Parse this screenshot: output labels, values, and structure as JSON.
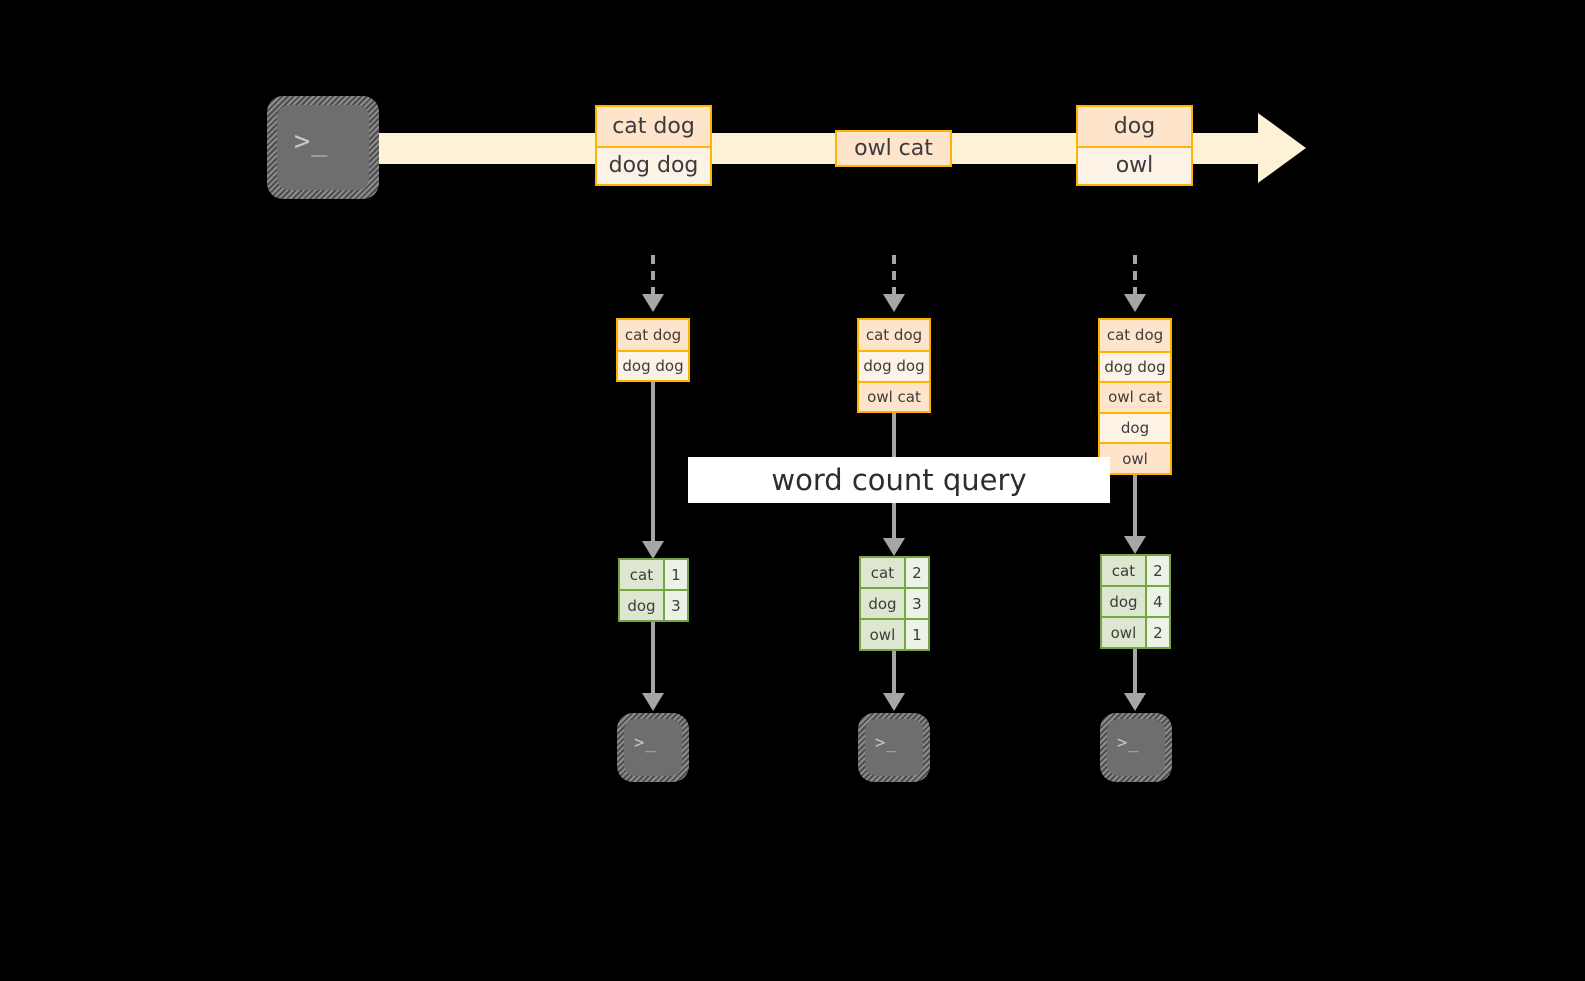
{
  "diagram": {
    "title": "word count query",
    "colors": {
      "background": "#000000",
      "event_border": "#ffb300",
      "event_fill_dark": "#fde4cb",
      "event_fill_light": "#fdf2e6",
      "stream_band": "#fdf2d6",
      "result_border": "#76a63f",
      "result_fill_word": "#dde7d0",
      "result_fill_count": "#edf2e6",
      "arrow_gray": "#a6a6a6",
      "terminal_fill": "#6e6e6e",
      "label_background": "#ffffff"
    }
  },
  "producer": {
    "icon": "terminal-icon",
    "glyph": ">_"
  },
  "stream": {
    "events": [
      {
        "lines": [
          "cat dog",
          "dog dog"
        ]
      },
      {
        "lines": [
          "owl cat"
        ]
      },
      {
        "lines": [
          "dog",
          "owl"
        ]
      }
    ]
  },
  "columns": [
    {
      "state": {
        "lines": [
          "cat dog",
          "dog dog"
        ]
      },
      "result": {
        "rows": [
          {
            "word": "cat",
            "count": "1"
          },
          {
            "word": "dog",
            "count": "3"
          }
        ]
      },
      "consumer": {
        "icon": "terminal-icon",
        "glyph": ">_"
      }
    },
    {
      "state": {
        "lines": [
          "cat dog",
          "dog dog",
          "owl cat"
        ]
      },
      "result": {
        "rows": [
          {
            "word": "cat",
            "count": "2"
          },
          {
            "word": "dog",
            "count": "3"
          },
          {
            "word": "owl",
            "count": "1"
          }
        ]
      },
      "consumer": {
        "icon": "terminal-icon",
        "glyph": ">_"
      }
    },
    {
      "state": {
        "lines": [
          "cat dog",
          "dog dog",
          "owl cat",
          "dog",
          "owl"
        ]
      },
      "result": {
        "rows": [
          {
            "word": "cat",
            "count": "2"
          },
          {
            "word": "dog",
            "count": "4"
          },
          {
            "word": "owl",
            "count": "2"
          }
        ]
      },
      "consumer": {
        "icon": "terminal-icon",
        "glyph": ">_"
      }
    }
  ]
}
